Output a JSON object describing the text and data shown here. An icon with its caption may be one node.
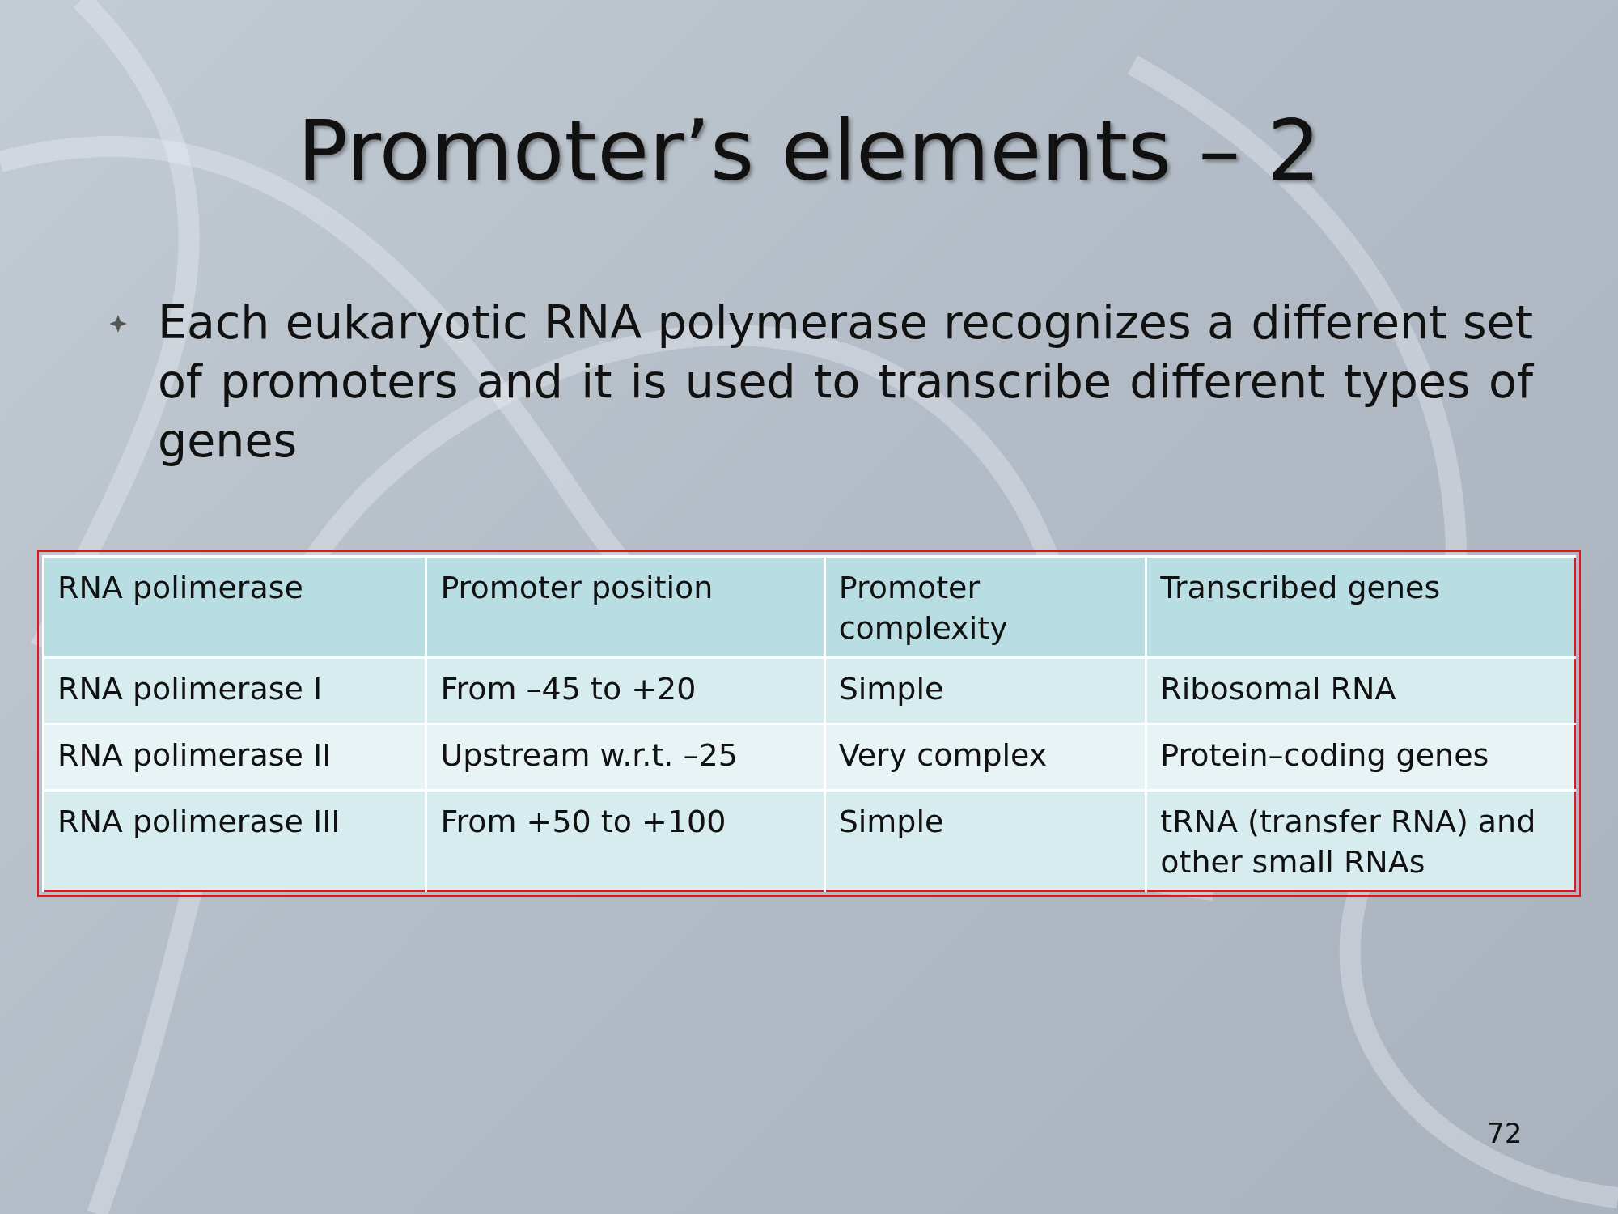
{
  "diagram": {
    "title": "Promoter’s elements – 2",
    "labels": [
      "Each eukaryotic RNA polymerase recognizes a different set of promoters and it is used to transcribe different types of genes",
      "RNA polimerase",
      "Promoter position",
      "Promoter complexity",
      "Transcribed genes",
      "RNA polimerase I",
      "From –45 to +20",
      "Simple",
      "Ribosomal RNA",
      "RNA polimerase II",
      "Upstream w.r.t. –25",
      "Very complex",
      "Protein–coding genes",
      "RNA polimerase III",
      "From +50 to +100",
      "Simple",
      "tRNA (transfer RNA) and other small RNAs",
      "72"
    ]
  }
}
